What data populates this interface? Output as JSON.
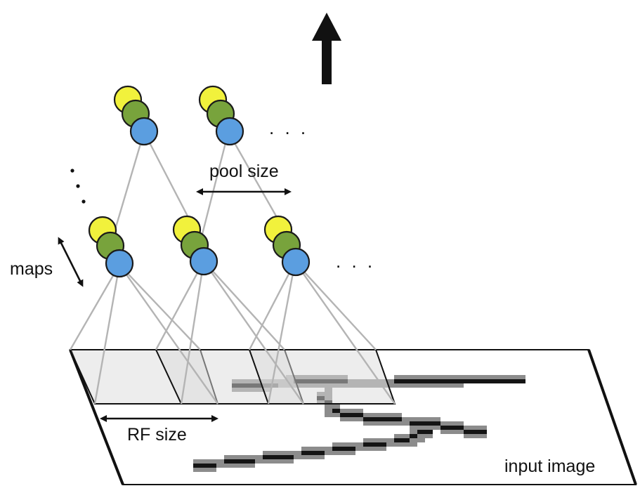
{
  "labels": {
    "pool_size": "pool size",
    "maps": "maps",
    "rf_size": "RF size",
    "input_image": "input image",
    "ellipsis": ". . ."
  },
  "colors": {
    "node_yellow": "#f1f13c",
    "node_green": "#78a33c",
    "node_blue": "#5b9ee0",
    "rf_window_fill": "#dcdcdc",
    "connection": "#b4b4b4",
    "ink": "#111111"
  },
  "icons": {
    "output_arrow": "up-arrow-icon",
    "pool_arrow": "double-arrow-icon",
    "maps_arrow": "double-arrow-icon",
    "rf_arrow": "double-arrow-icon"
  }
}
